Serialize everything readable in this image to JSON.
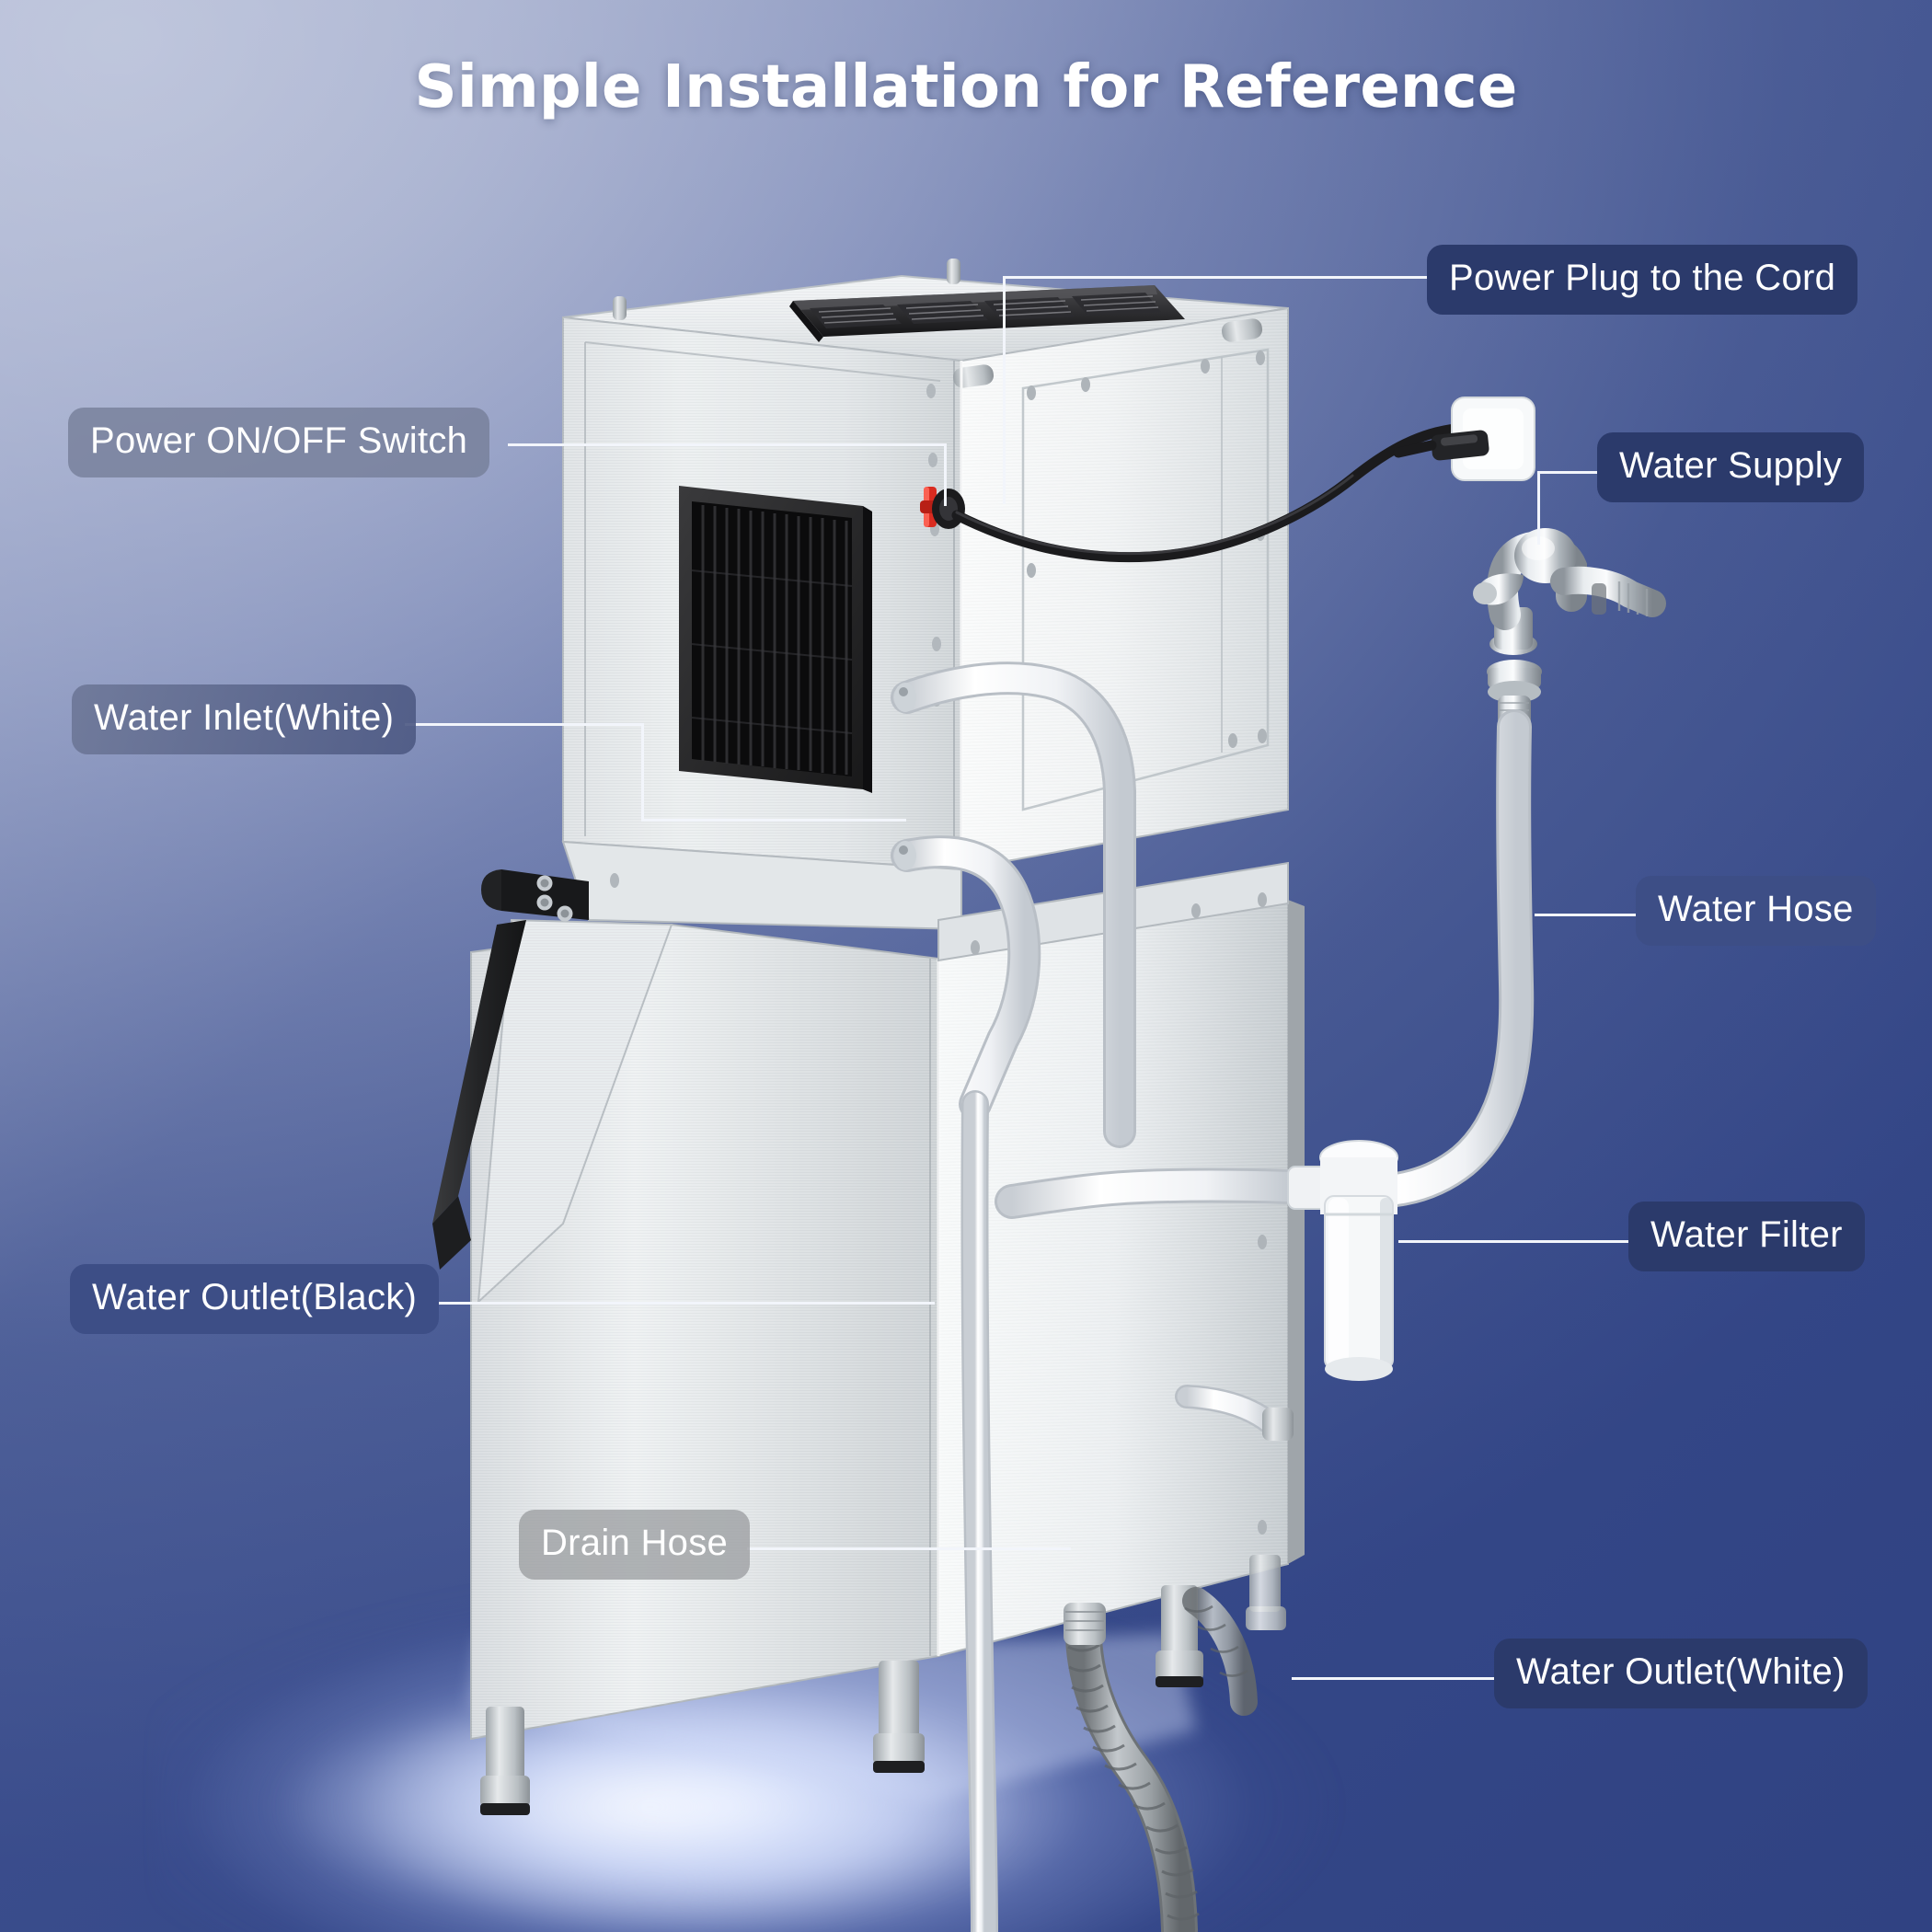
{
  "page": {
    "title": "Simple Installation for Reference",
    "background_top_left": "#b3bbd6",
    "background_bottom_right": "#344a85",
    "title_color": "#ffffff"
  },
  "labels": {
    "power_plug": "Power Plug to the Cord",
    "power_switch": "Power ON/OFF Switch",
    "water_inlet": "Water Inlet(White)",
    "water_outlet_black": "Water Outlet(Black)",
    "drain_hose": "Drain Hose",
    "water_supply": "Water Supply",
    "water_hose": "Water Hose",
    "water_filter": "Water Filter",
    "water_outlet_white": "Water Outlet(White)"
  },
  "callouts": [
    {
      "id": "power-plug",
      "text": "Power Plug to the Cord",
      "side": "right",
      "style": "dark"
    },
    {
      "id": "power-switch",
      "text": "Power ON/OFF Switch",
      "side": "left",
      "style": "grey"
    },
    {
      "id": "water-inlet",
      "text": "Water Inlet(White)",
      "side": "left",
      "style": "grad"
    },
    {
      "id": "water-outlet-black",
      "text": "Water Outlet(Black)",
      "side": "left",
      "style": "dark2"
    },
    {
      "id": "drain-hose",
      "text": "Drain Hose",
      "side": "left",
      "style": "onbody"
    },
    {
      "id": "water-supply",
      "text": "Water Supply",
      "side": "right",
      "style": "dark"
    },
    {
      "id": "water-hose",
      "text": "Water Hose",
      "side": "right",
      "style": "dark2"
    },
    {
      "id": "water-filter",
      "text": "Water Filter",
      "side": "right",
      "style": "dark"
    },
    {
      "id": "water-outlet-white",
      "text": "Water Outlet(White)",
      "side": "right",
      "style": "dark"
    }
  ],
  "colors": {
    "pill_dark_navy": "#2b3a6b",
    "pill_mid_navy": "#3d4e86",
    "pill_grey": "#767e98",
    "leader_line": "#f2f5fb",
    "stainless_light": "#e9ecee",
    "stainless_mid": "#c9ced2",
    "stainless_dark": "#9aa0a5",
    "vent_black": "#151515",
    "switch_red": "#d92b20",
    "cord_black": "#1b1b1d",
    "hose_white": "#f4f6f8",
    "drain_hose_grey": "#8e9296"
  }
}
